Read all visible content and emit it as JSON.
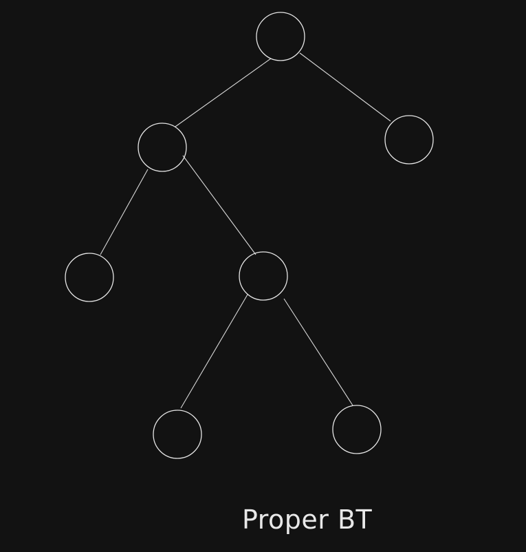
{
  "diagram": {
    "caption": "Proper BT",
    "colors": {
      "background": "#121212",
      "stroke": "#e6e6e6"
    },
    "nodes": [
      {
        "id": "root"
      },
      {
        "id": "left"
      },
      {
        "id": "right"
      },
      {
        "id": "left-left"
      },
      {
        "id": "left-right"
      },
      {
        "id": "left-right-left"
      },
      {
        "id": "left-right-right"
      }
    ],
    "edges": [
      {
        "from": "root",
        "to": "left"
      },
      {
        "from": "root",
        "to": "right"
      },
      {
        "from": "left",
        "to": "left-left"
      },
      {
        "from": "left",
        "to": "left-right"
      },
      {
        "from": "left-right",
        "to": "left-right-left"
      },
      {
        "from": "left-right",
        "to": "left-right-right"
      }
    ]
  }
}
